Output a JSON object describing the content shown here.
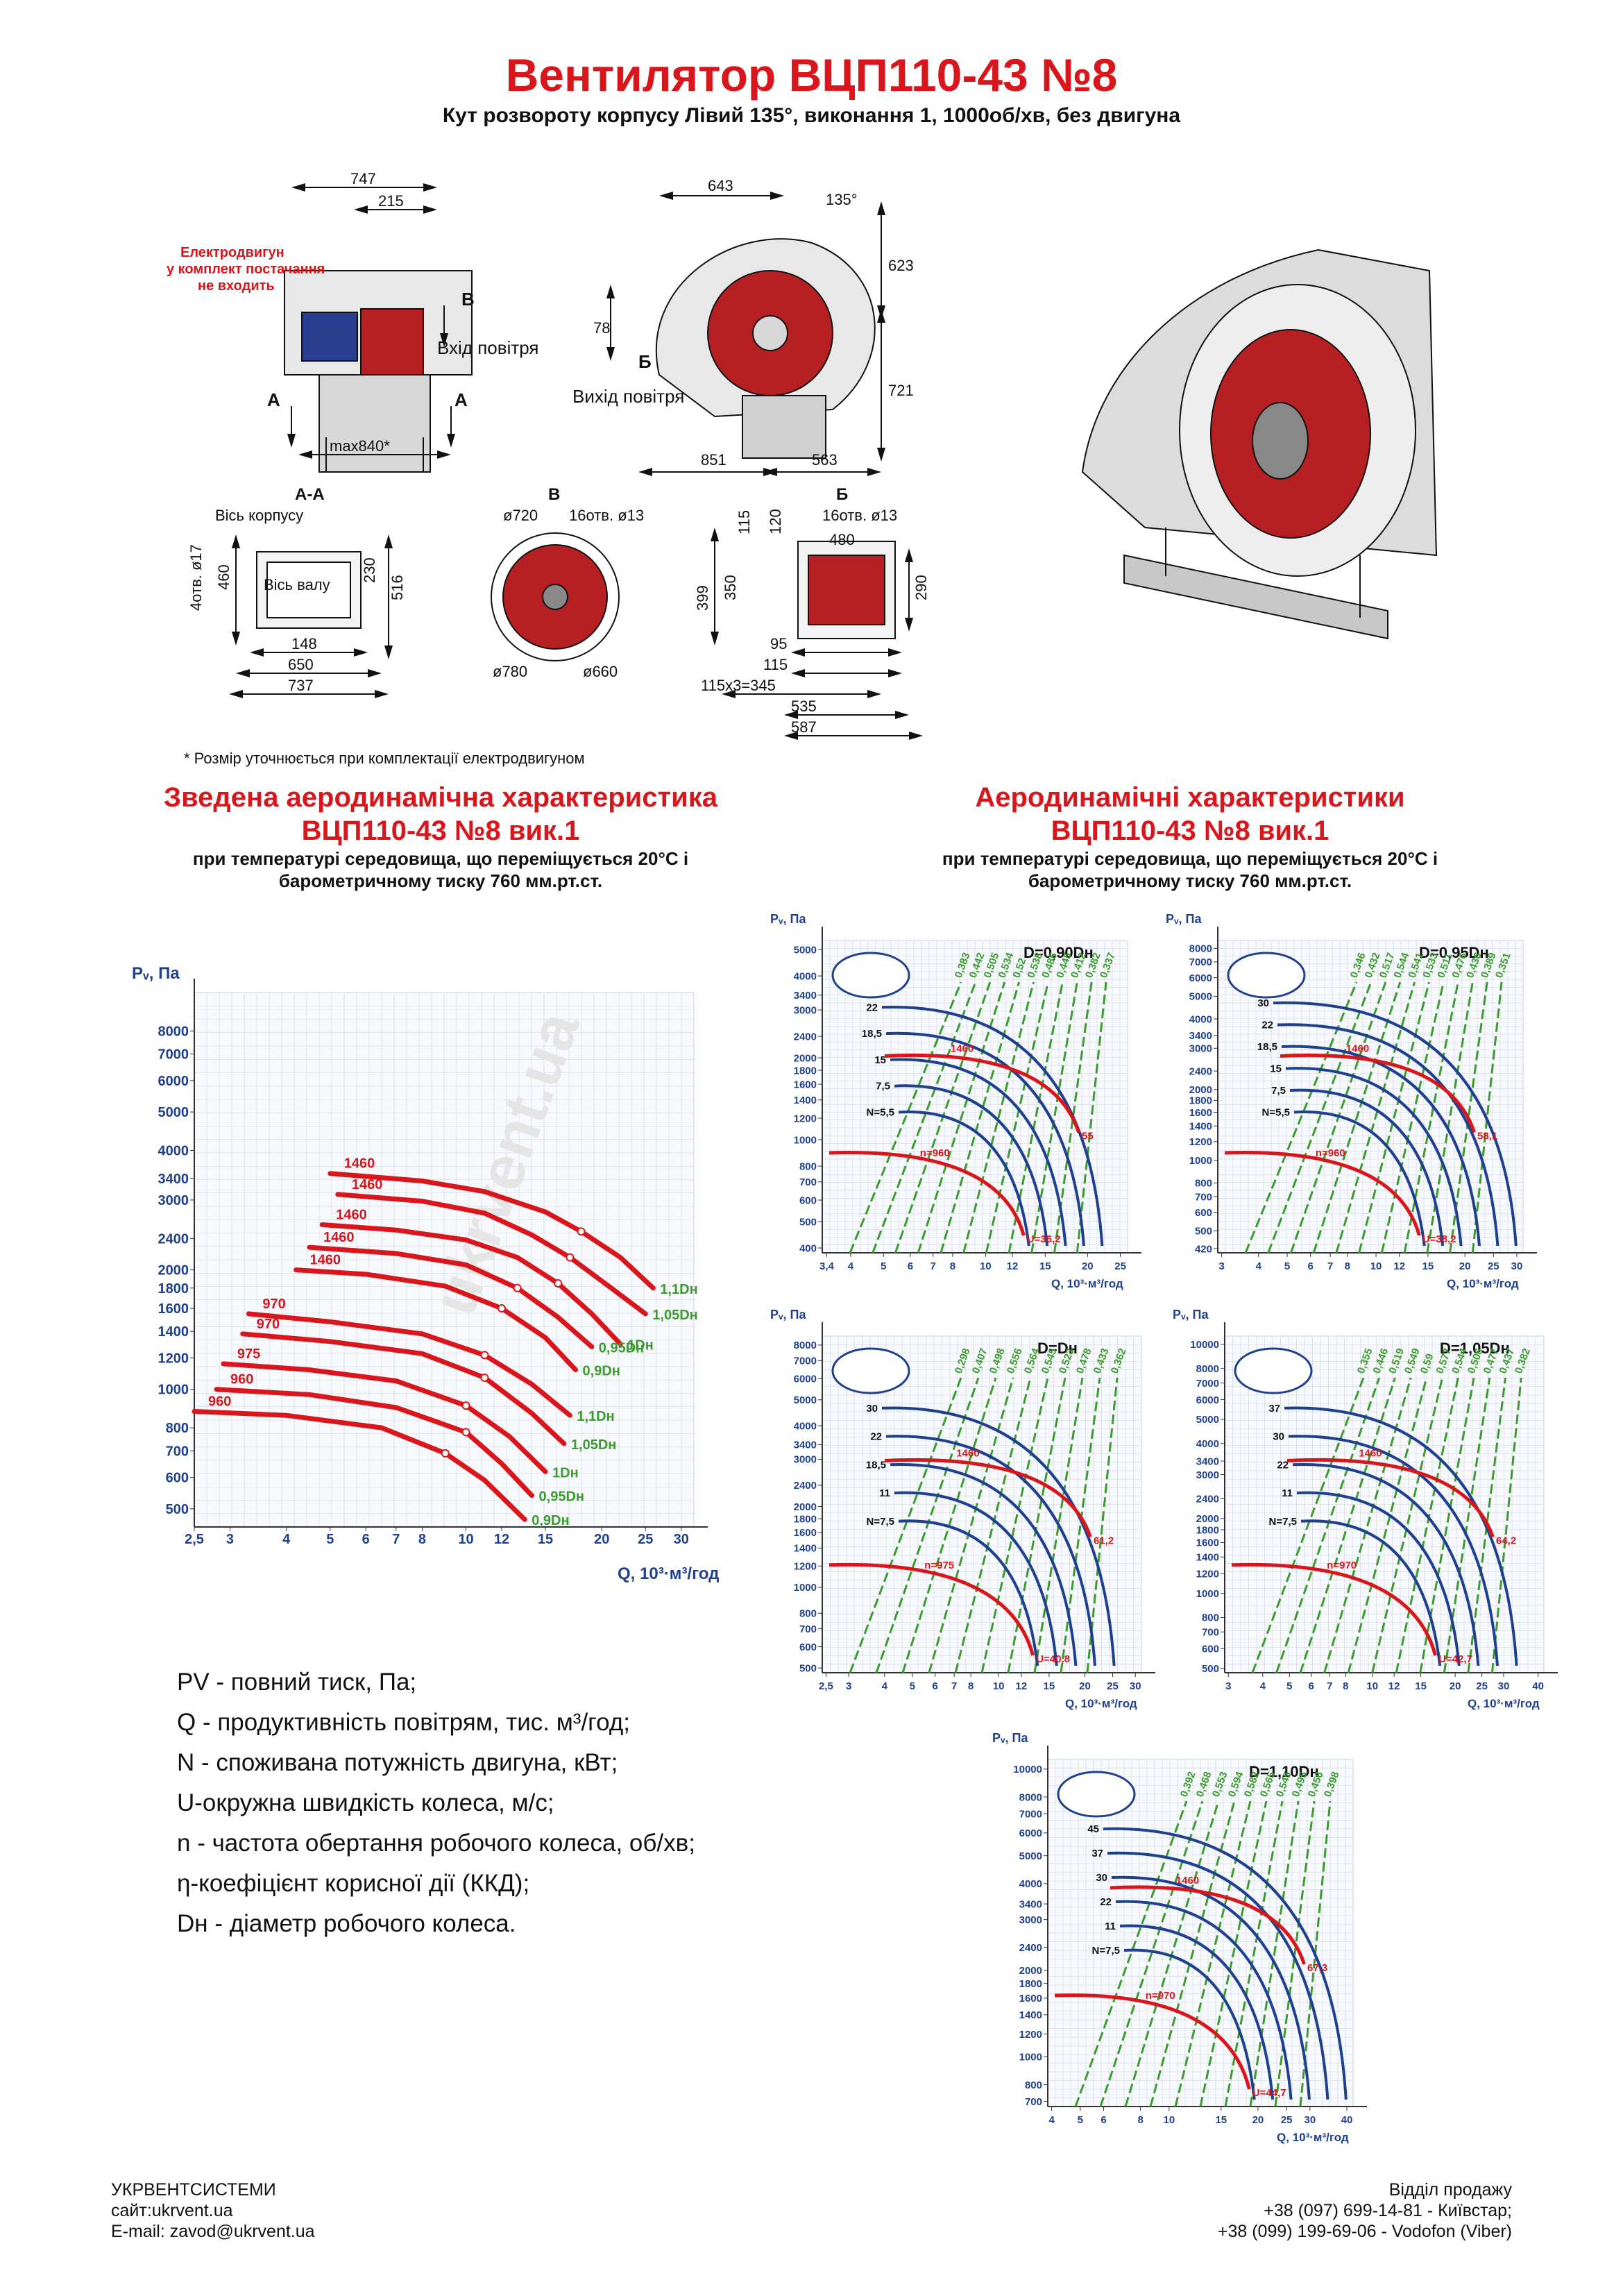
{
  "header": {
    "title": "Вентилятор ВЦП110-43 №8",
    "subtitle": "Кут розвороту корпусу Лівий 135°, виконання 1, 1000об/хв, без двигуна"
  },
  "drawing": {
    "side_view": {
      "dim_747": "747",
      "dim_215": "215",
      "max": "max840*",
      "motor_note": "Електродвигун у комплект постачання не входить",
      "label_v": "В",
      "label_a1": "А",
      "label_a2": "А",
      "air_in": "Вхід повітря"
    },
    "front_view": {
      "dim_643": "643",
      "angle": "135°",
      "dim_623": "623",
      "dim_721": "721",
      "dim_78": "78",
      "dim_851": "851",
      "dim_563": "563",
      "label_b": "Б",
      "air_out": "Вихід повітря"
    },
    "section_aa": {
      "title": "А-А",
      "body_axis": "Вісь корпусу",
      "shaft_axis": "Вісь валу",
      "holes": "4отв. ø17",
      "dims": [
        "460",
        "230",
        "516",
        "148",
        "650",
        "737"
      ]
    },
    "section_v": {
      "title": "В",
      "d720": "ø720",
      "holes": "16отв. ø13",
      "d780": "ø780",
      "d660": "ø660"
    },
    "section_b": {
      "title": "Б",
      "holes": "16отв. ø13",
      "dims": [
        "115",
        "120",
        "480",
        "399",
        "350",
        "290",
        "95",
        "115",
        "115x3=345",
        "535",
        "587"
      ]
    },
    "footnote": "* Розмір уточнюється при комплектації електродвигуном",
    "watermark": "ukrvent.ua"
  },
  "summary_section": {
    "title_1": "Зведена аеродинамічна характеристика",
    "title_2": "ВЦП110-43 №8 вик.1",
    "sub_1": "при температурі середовища, що переміщується 20°С і",
    "sub_2": "барометричному тиску 760 мм.рт.ст."
  },
  "detail_section": {
    "title_1": "Аеродинамічні характеристики",
    "title_2": "ВЦП110-43 №8 вик.1",
    "sub_1": "при температурі середовища, що переміщується 20°С і",
    "sub_2": "барометричному тиску 760 мм.рт.ст."
  },
  "colors": {
    "red": "#d9161b",
    "blue": "#1f3f8f",
    "green": "#3c9b2f",
    "grid": "#c9d3e3",
    "frame": "#333333"
  },
  "chart_data": [
    {
      "type": "line",
      "id": "summary",
      "xlabel": "Q, 10³·м³/год",
      "ylabel": "Pᵥ, Па",
      "x_scale": "log",
      "y_scale": "log",
      "xlim": [
        2.5,
        32
      ],
      "ylim": [
        450,
        10000
      ],
      "x_ticks": [
        "2,5",
        "3",
        "4",
        "5",
        "6",
        "7",
        "8",
        "10",
        "12",
        "15",
        "20",
        "25",
        "30"
      ],
      "y_ticks": [
        "500",
        "600",
        "700",
        "800",
        "1000",
        "1200",
        "1400",
        "1600",
        "1800",
        "2000",
        "2400",
        "3000",
        "3400",
        "4000",
        "5000",
        "6000",
        "7000",
        "8000"
      ],
      "series": [
        {
          "n": "1460",
          "d": "1,1Dн",
          "x": [
            5,
            8,
            11,
            15,
            18,
            22,
            26
          ],
          "y": [
            3500,
            3350,
            3150,
            2800,
            2500,
            2150,
            1800
          ]
        },
        {
          "n": "1460",
          "d": "1,05Dн",
          "x": [
            5.2,
            8,
            11,
            14,
            17,
            21,
            25
          ],
          "y": [
            3100,
            2980,
            2780,
            2450,
            2150,
            1800,
            1550
          ]
        },
        {
          "n": "1460",
          "d": "1Dн",
          "x": [
            4.8,
            7,
            10,
            13,
            16,
            19,
            22
          ],
          "y": [
            2600,
            2520,
            2380,
            2150,
            1850,
            1550,
            1300
          ]
        },
        {
          "n": "1460",
          "d": "0,95Dн",
          "x": [
            4.5,
            7,
            10,
            13,
            16,
            19
          ],
          "y": [
            2280,
            2200,
            2060,
            1800,
            1520,
            1280
          ]
        },
        {
          "n": "1460",
          "d": "0,9Dн",
          "x": [
            4.2,
            6,
            9,
            12,
            15,
            17.5
          ],
          "y": [
            2000,
            1950,
            1820,
            1600,
            1350,
            1120
          ]
        },
        {
          "n": "970",
          "d": "1,1Dн",
          "x": [
            3.3,
            5,
            8,
            11,
            14,
            17
          ],
          "y": [
            1550,
            1480,
            1380,
            1220,
            1030,
            860
          ]
        },
        {
          "n": "970",
          "d": "1,05Dн",
          "x": [
            3.2,
            5,
            8,
            11,
            14,
            16.5
          ],
          "y": [
            1380,
            1320,
            1230,
            1070,
            870,
            730
          ]
        },
        {
          "n": "975",
          "d": "1Dн",
          "x": [
            2.9,
            4.5,
            7,
            10,
            12.5,
            15
          ],
          "y": [
            1160,
            1120,
            1050,
            910,
            760,
            620
          ]
        },
        {
          "n": "960",
          "d": "0,95Dн",
          "x": [
            2.8,
            4.5,
            7,
            10,
            12,
            14
          ],
          "y": [
            1000,
            970,
            900,
            780,
            650,
            540
          ]
        },
        {
          "n": "960",
          "d": "0,9Dн",
          "x": [
            2.5,
            4,
            6.5,
            9,
            11,
            13.5
          ],
          "y": [
            880,
            860,
            800,
            690,
            590,
            470
          ]
        }
      ]
    },
    {
      "type": "line",
      "id": "d090",
      "label": "D=0,90Dн",
      "x_ticks": [
        "3,4",
        "4",
        "5",
        "6",
        "7",
        "8",
        "10",
        "12",
        "15",
        "20",
        "25"
      ],
      "y_ticks": [
        "400",
        "500",
        "600",
        "700",
        "800",
        "1000",
        "1200",
        "1400",
        "1600",
        "1800",
        "2000",
        "2400",
        "3000",
        "3400",
        "4000",
        "5000"
      ],
      "efficiency": [
        "0,383",
        "0,442",
        "0,505",
        "0,534",
        "0,52",
        "0,538",
        "0,485",
        "0,445",
        "0,412",
        "0,382",
        "0,337"
      ],
      "power": [
        "N=5,5",
        "7,5",
        "15",
        "18,5",
        "22"
      ],
      "rpm_labels": [
        "1460",
        "n=960"
      ],
      "u_label": "U=36,2",
      "u_value": "55"
    },
    {
      "type": "line",
      "id": "d095",
      "label": "D=0,95Dн",
      "x_ticks": [
        "3",
        "4",
        "5",
        "6",
        "7",
        "8",
        "10",
        "12",
        "15",
        "20",
        "25",
        "30"
      ],
      "y_ticks": [
        "420",
        "500",
        "600",
        "700",
        "800",
        "1000",
        "1200",
        "1400",
        "1600",
        "1800",
        "2000",
        "2400",
        "3000",
        "3400",
        "4000",
        "5000",
        "6000",
        "7000",
        "8000"
      ],
      "efficiency": [
        "0,346",
        "0,432",
        "0,517",
        "0,544",
        "0,541",
        "0,533",
        "0,511",
        "0,476",
        "0,436",
        "0,389",
        "0,351"
      ],
      "power": [
        "N=5,5",
        "7,5",
        "15",
        "18,5",
        "22",
        "30"
      ],
      "rpm_labels": [
        "1460",
        "n=960"
      ],
      "u_label": "U=38,2",
      "u_value": "58,1"
    },
    {
      "type": "line",
      "id": "d100",
      "label": "D=Dн",
      "x_ticks": [
        "2,5",
        "3",
        "4",
        "5",
        "6",
        "7",
        "8",
        "10",
        "12",
        "15",
        "20",
        "25",
        "30"
      ],
      "y_ticks": [
        "500",
        "600",
        "700",
        "800",
        "1000",
        "1200",
        "1400",
        "1600",
        "1800",
        "2000",
        "2400",
        "3000",
        "3400",
        "4000",
        "5000",
        "6000",
        "7000",
        "8000"
      ],
      "efficiency": [
        "0,298",
        "0,407",
        "0,498",
        "0,556",
        "0,564",
        "0,545",
        "0,523",
        "0,478",
        "0,433",
        "0,362"
      ],
      "power": [
        "N=7,5",
        "11",
        "18,5",
        "22",
        "30"
      ],
      "rpm_labels": [
        "1460",
        "n=975"
      ],
      "u_label": "U=40,8",
      "u_value": "61,2"
    },
    {
      "type": "line",
      "id": "d105",
      "label": "D=1,05Dн",
      "x_ticks": [
        "3",
        "4",
        "5",
        "6",
        "7",
        "8",
        "10",
        "12",
        "15",
        "20",
        "25",
        "30",
        "40"
      ],
      "y_ticks": [
        "500",
        "600",
        "700",
        "800",
        "1000",
        "1200",
        "1400",
        "1600",
        "1800",
        "2000",
        "2400",
        "3000",
        "3400",
        "4000",
        "5000",
        "6000",
        "7000",
        "8000",
        "10000"
      ],
      "efficiency": [
        "0,355",
        "0,446",
        "0,519",
        "0,549",
        "0,59",
        "0,577",
        "0,544",
        "0,506",
        "0,477",
        "0,437",
        "0,382"
      ],
      "power": [
        "N=7,5",
        "11",
        "22",
        "30",
        "37"
      ],
      "rpm_labels": [
        "1460",
        "n=970"
      ],
      "u_label": "U=42,7",
      "u_value": "64,2"
    },
    {
      "type": "line",
      "id": "d110",
      "label": "D=1,10Dн",
      "x_ticks": [
        "4",
        "5",
        "6",
        "8",
        "10",
        "15",
        "20",
        "25",
        "30",
        "40"
      ],
      "y_ticks": [
        "700",
        "800",
        "1000",
        "1200",
        "1400",
        "1600",
        "1800",
        "2000",
        "2400",
        "3000",
        "3400",
        "4000",
        "5000",
        "6000",
        "7000",
        "8000",
        "10000"
      ],
      "efficiency": [
        "0,392",
        "0,468",
        "0,553",
        "0,594",
        "0,582",
        "0,565",
        "0,545",
        "0,495",
        "0,456",
        "0,398"
      ],
      "power": [
        "N=7,5",
        "11",
        "22",
        "30",
        "37",
        "45"
      ],
      "rpm_labels": [
        "1460",
        "n=970"
      ],
      "u_label": "U=44,7",
      "u_value": "67,3"
    }
  ],
  "legend": [
    {
      "sym": "PV",
      "text": " - повний тиск, Па;"
    },
    {
      "sym": "Q",
      "text": " - продуктивність повітрям, тис. м³/год;"
    },
    {
      "sym": "N",
      "text": " - споживана потужність двигуна, кВт;"
    },
    {
      "sym": "U",
      "text": "-окружна швидкість колеса, м/с;"
    },
    {
      "sym": "n",
      "text": " - частота обертання робочого колеса, об/хв;"
    },
    {
      "sym": "η",
      "text": "-коефіцієнт корисної дії (ККД);"
    },
    {
      "sym": "Dн",
      "text": " - діаметр робочого колеса."
    }
  ],
  "footer": {
    "company": "УКРВЕНТСИСТЕМИ",
    "site": "сайт:ukrvent.ua",
    "email": "E-mail: zavod@ukrvent.ua",
    "sales": "Відділ продажу",
    "phone1": "+38 (097) 699-14-81 - Київстар;",
    "phone2": "+38 (099) 199-69-06 - Vodofon (Viber)"
  }
}
